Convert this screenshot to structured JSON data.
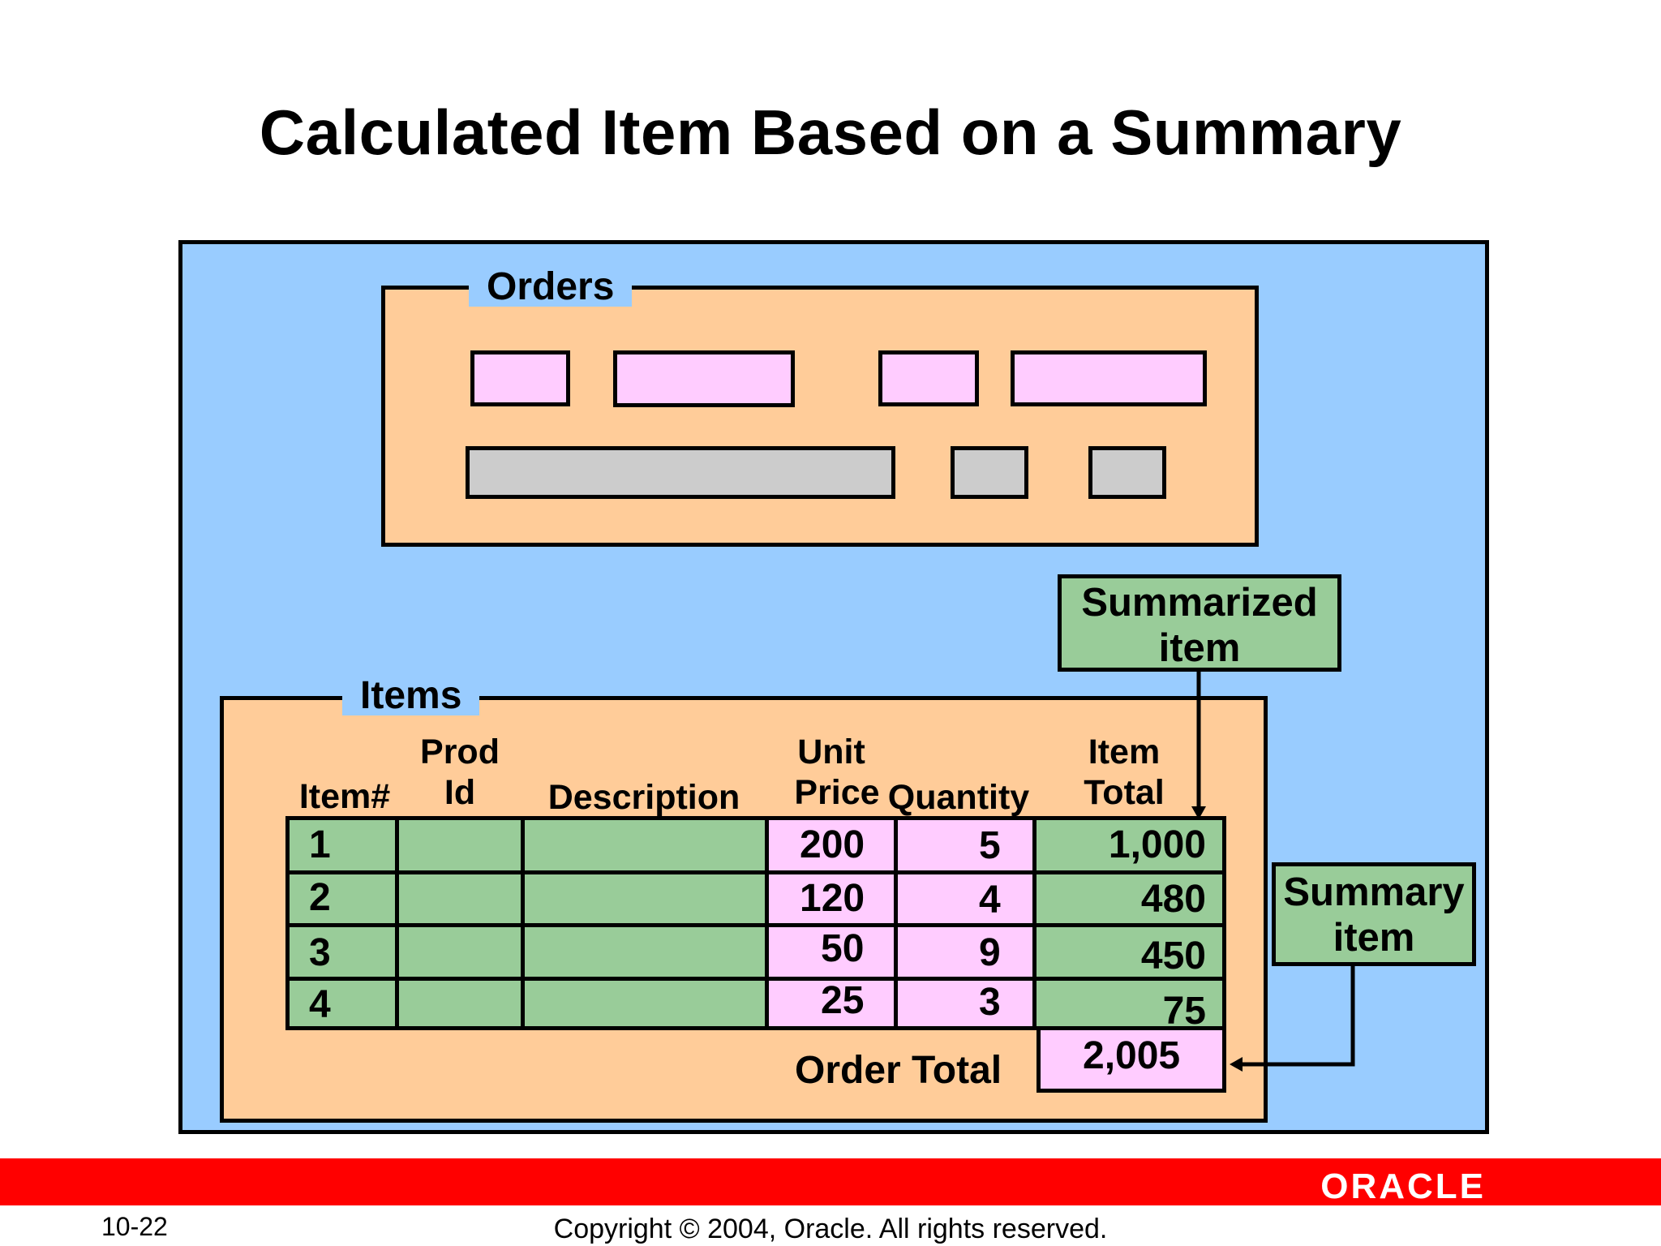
{
  "title": "Calculated Item Based on a Summary",
  "orders_block": {
    "label": "Orders"
  },
  "items_block": {
    "label": "Items",
    "headers": {
      "item_no": "Item#",
      "prod_id": [
        "Prod",
        "Id"
      ],
      "description": "Description",
      "unit_price": [
        "Unit",
        "Price"
      ],
      "quantity": "Quantity",
      "item_total": [
        "Item",
        "Total"
      ]
    },
    "rows": [
      {
        "item_no": "1",
        "unit_price": "200",
        "quantity": "5",
        "item_total": "1,000"
      },
      {
        "item_no": "2",
        "unit_price": "120",
        "quantity": "4",
        "item_total": "480"
      },
      {
        "item_no": "3",
        "unit_price": "50",
        "quantity": "9",
        "item_total": "450"
      },
      {
        "item_no": "4",
        "unit_price": "25",
        "quantity": "3",
        "item_total": "75"
      }
    ],
    "order_total_label": "Order Total",
    "order_total_value": "2,005"
  },
  "callouts": {
    "summarized": [
      "Summarized",
      "item"
    ],
    "summary": [
      "Summary",
      "item"
    ]
  },
  "footer": {
    "page": "10-22",
    "copyright": "Copyright © 2004, Oracle.  All rights reserved.",
    "logo": "ORACLE"
  },
  "colors": {
    "background": "#99ccff",
    "frame": "#ffcc99",
    "pink_field": "#ffccff",
    "gray_field": "#cccccc",
    "green_field": "#99cc99",
    "footer_bar": "#ff0000"
  }
}
